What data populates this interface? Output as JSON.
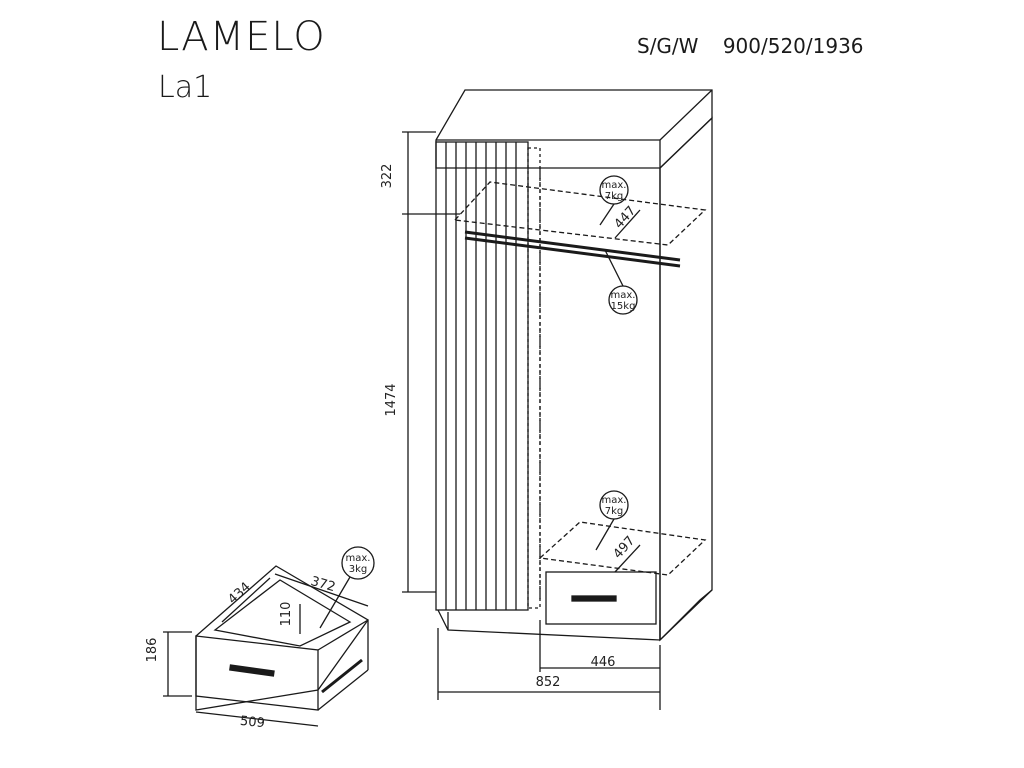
{
  "header": {
    "model": "LAMELO",
    "code": "La1",
    "spec_label": "S/G/W",
    "spec_value": "900/520/1936"
  },
  "wardrobe": {
    "dims": {
      "top_height": "322",
      "inner_height": "1474",
      "shelf_depth_top": "447",
      "shelf_depth_bottom": "497",
      "inner_width": "446",
      "total_width": "852"
    },
    "load_tags": {
      "top_shelf": [
        "max.",
        "7kg"
      ],
      "rail": [
        "max.",
        "15kg"
      ],
      "bottom_shelf": [
        "max.",
        "7kg"
      ]
    }
  },
  "drawer": {
    "dims": {
      "depth": "434",
      "inner_width": "372",
      "inner_height": "110",
      "height": "186",
      "width": "509"
    },
    "load_tag": [
      "max.",
      "3kg"
    ]
  }
}
